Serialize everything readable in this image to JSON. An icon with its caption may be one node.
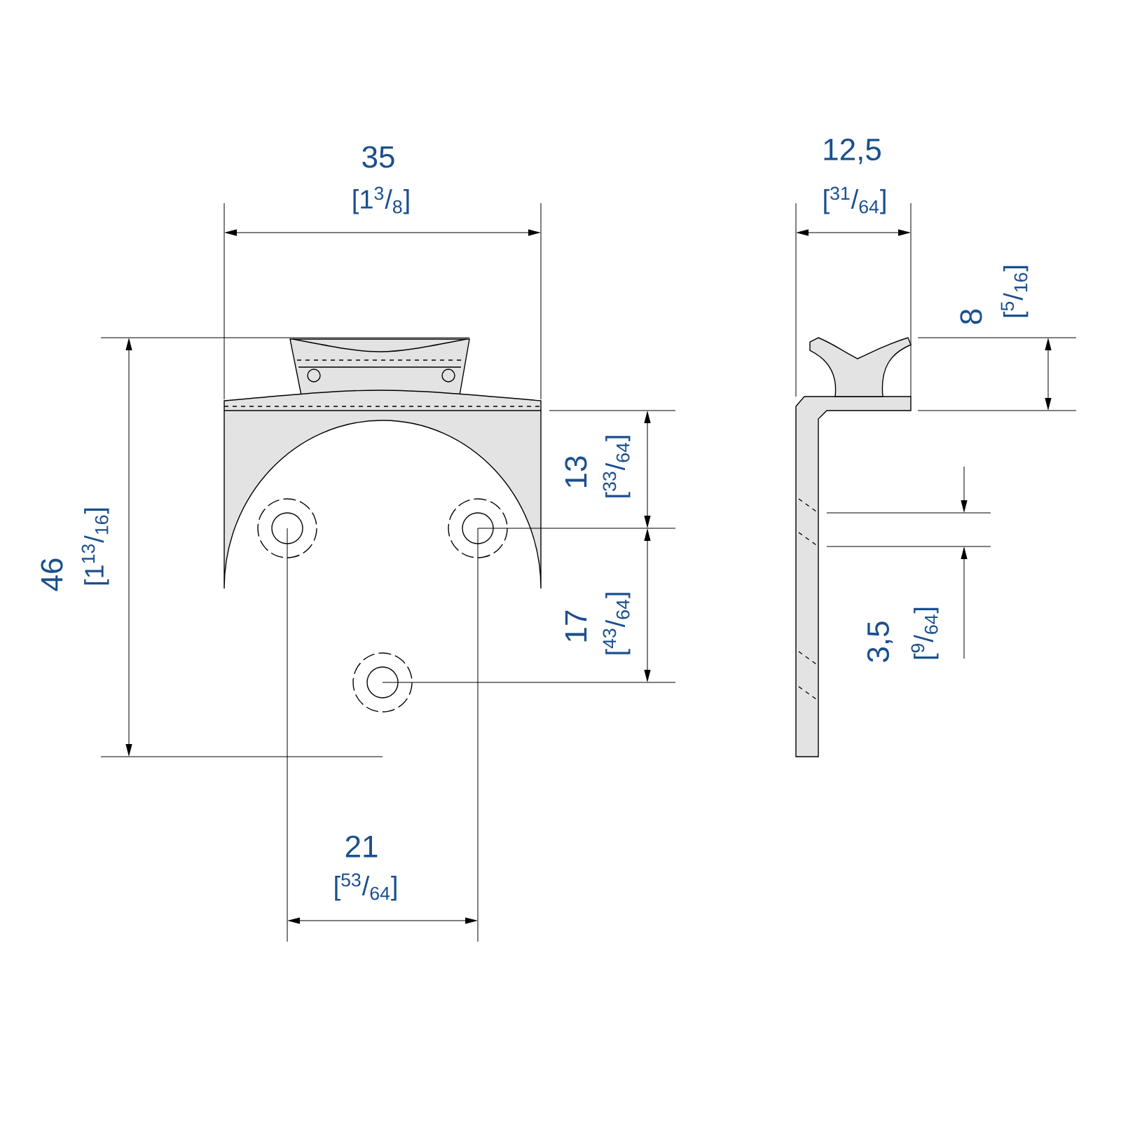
{
  "diagram": {
    "labels": [
      "35",
      "[1$^{3}$/$_{8}$]",
      "12,5",
      "[$^{31}$/$_{64}$]",
      "8",
      "[$^{5}$/$_{16}$]",
      "46",
      "[1$^{13}$/$_{16}$]",
      "13",
      "[$^{33}$/$_{64}$]",
      "17",
      "[$^{43}$/$_{64}$]",
      "3,5",
      "[$^{9}$/$_{64}$]",
      "21",
      "[$^{53}$/$_{64}$]"
    ]
  }
}
